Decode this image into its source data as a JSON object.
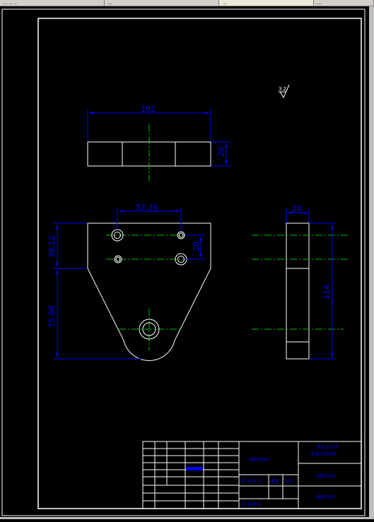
{
  "tabs": [
    {
      "label": "... .. .."
    },
    {
      "label": "..."
    },
    {
      "label": "..."
    },
    {
      "label": "..."
    }
  ],
  "drawing": {
    "dim_top_width": "102",
    "dim_top_height": "20",
    "dim_hole_spacing": "52.26",
    "dim_hole_vertical": "20",
    "dim_upper_height": "38.12",
    "dim_lower_height": "75.88",
    "dim_side_width": "20",
    "dim_side_height": "114",
    "roughness_value": "3.2"
  },
  "title_block": {
    "drawing_name": "(图样名称)",
    "company_line1": "黑龙江大学",
    "company_line2": "机电工程学院",
    "material": "(材料标记)",
    "drawing_code": "(图样代号)",
    "stage_label": "阶 段 标 记",
    "weight_label": "重量",
    "scale_label": "比例",
    "sheet_label": "共  张  第  张"
  },
  "colors": {
    "outline": "#ffffff",
    "dimension": "#0000ff",
    "centerline": "#00c000",
    "background": "#000000"
  }
}
